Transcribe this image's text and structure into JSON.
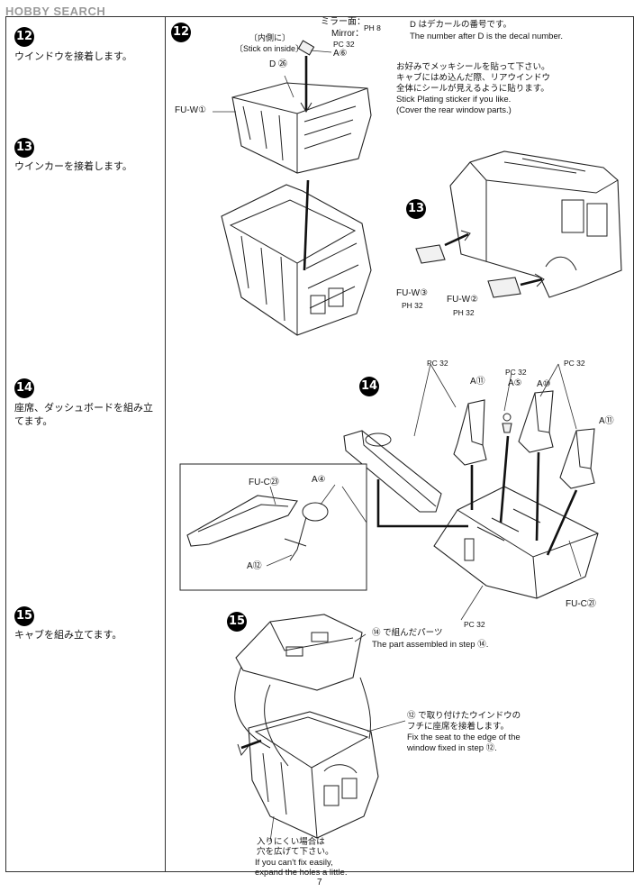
{
  "header": {
    "logo_text": "HOBBY SEARCH"
  },
  "left_steps": [
    {
      "num": "12",
      "text": "ウインドウを接着します。"
    },
    {
      "num": "13",
      "text": "ウインカーを接着します。"
    },
    {
      "num": "14",
      "text": "座席、ダッシュボードを組み立てます。"
    },
    {
      "num": "15",
      "text": "キャブを組み立てます。"
    }
  ],
  "diagram_step_numbers": {
    "s12": "12",
    "s13": "13",
    "s14": "14",
    "s15": "15"
  },
  "step12": {
    "mirror_jp": "ミラー面：",
    "mirror_en": "Mirror：",
    "mirror_ref_h": "PH 8",
    "mirror_ref_c": "PC 32",
    "inside_jp": "〔内側に〕",
    "inside_en": "〔Stick on inside〕",
    "part_a6": "A⑥",
    "decal_ref": "D ㉖",
    "part_fuw1": "FU-W①",
    "decal_note_jp": "D はデカールの番号です。",
    "decal_note_en": "The number after D is the decal number.",
    "plating_jp_1": "お好みでメッキシールを貼って下さい。",
    "plating_jp_2": "キャブにはめ込んだ際、リアウインドウ",
    "plating_jp_3": "全体にシールが見えるように貼ります。",
    "plating_en_1": "Stick Plating sticker if you like.",
    "plating_en_2": "(Cover the rear window parts.)"
  },
  "step13": {
    "part_fuw3": "FU-W③",
    "ref_fuw3": "PH 32",
    "part_fuw2": "FU-W②",
    "ref_fuw2": "PH 32"
  },
  "step14": {
    "ref_pc32_a": "PC 32",
    "ref_pc32_b": "PC 32",
    "ref_pc32_c": "PC 32",
    "ref_pc32_d": "PC 32",
    "part_a11_left": "A⑪",
    "part_a5": "A⑤",
    "part_a10": "A⑩",
    "part_a11_right": "A⑪",
    "part_fuc21": "FU-C㉑",
    "inset_fuc23": "FU-C㉓",
    "inset_a4": "A④",
    "inset_a12": "A⑫"
  },
  "step15": {
    "assembled_jp": "⑭ で組んだパーツ",
    "assembled_en": "The part assembled in step ⑭.",
    "fix_jp_1": "⑫ で取り付けたウインドウの",
    "fix_jp_2": "フチに座席を接着します。",
    "fix_en_1": "Fix the seat to the edge of the",
    "fix_en_2": "window fixed in step ⑫.",
    "holes_jp_1": "入りにくい場合は",
    "holes_jp_2": "穴を広げて下さい。",
    "holes_en_1": "If you can't fix easily,",
    "holes_en_2": "expand the holes a little."
  },
  "footer": {
    "page_number": "7"
  }
}
